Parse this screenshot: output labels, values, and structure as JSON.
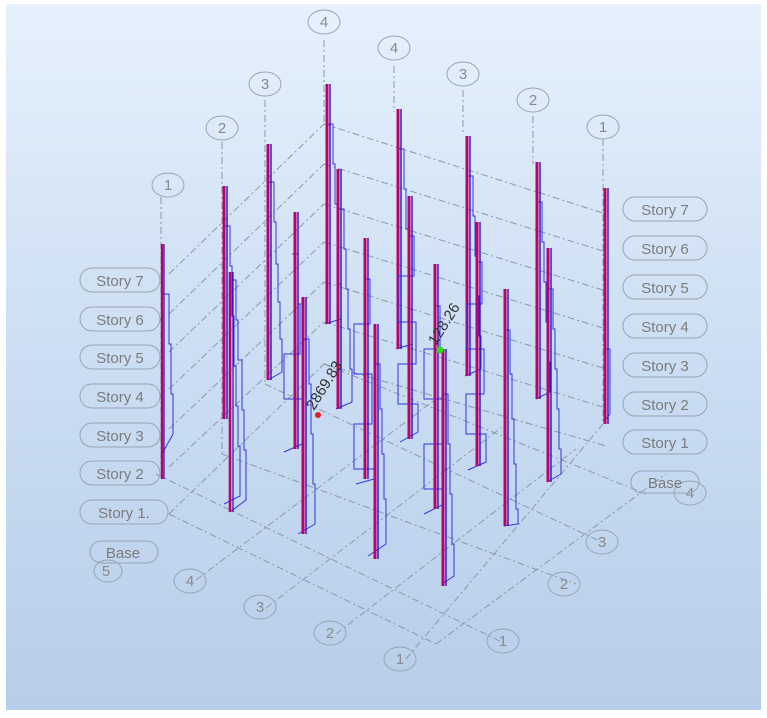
{
  "grid_bubbles": {
    "back_left": [
      "1",
      "2",
      "3",
      "4"
    ],
    "back_right": [
      "4",
      "3",
      "2",
      "1"
    ],
    "front_left": [
      "5",
      "4",
      "3",
      "2",
      "1"
    ],
    "front_right": [
      "4",
      "3",
      "2",
      "1"
    ]
  },
  "stories_left": [
    "Story 7",
    "Story 6",
    "Story 5",
    "Story 4",
    "Story 3",
    "Story 2",
    "Story 1.",
    "Base"
  ],
  "stories_right": [
    "Story 7",
    "Story 6",
    "Story 5",
    "Story 4",
    "Story 3",
    "Story 2",
    "Story 1",
    "Base"
  ],
  "annotations": {
    "value_a": "2869.83",
    "value_b": "128.26"
  },
  "colors": {
    "column_primary": "#c0006a",
    "column_secondary": "#1818c8",
    "diagram_outline": "#3434e0",
    "grid_line": "#8c98a8",
    "marker_red": "#e02020",
    "marker_green": "#22dd22"
  }
}
